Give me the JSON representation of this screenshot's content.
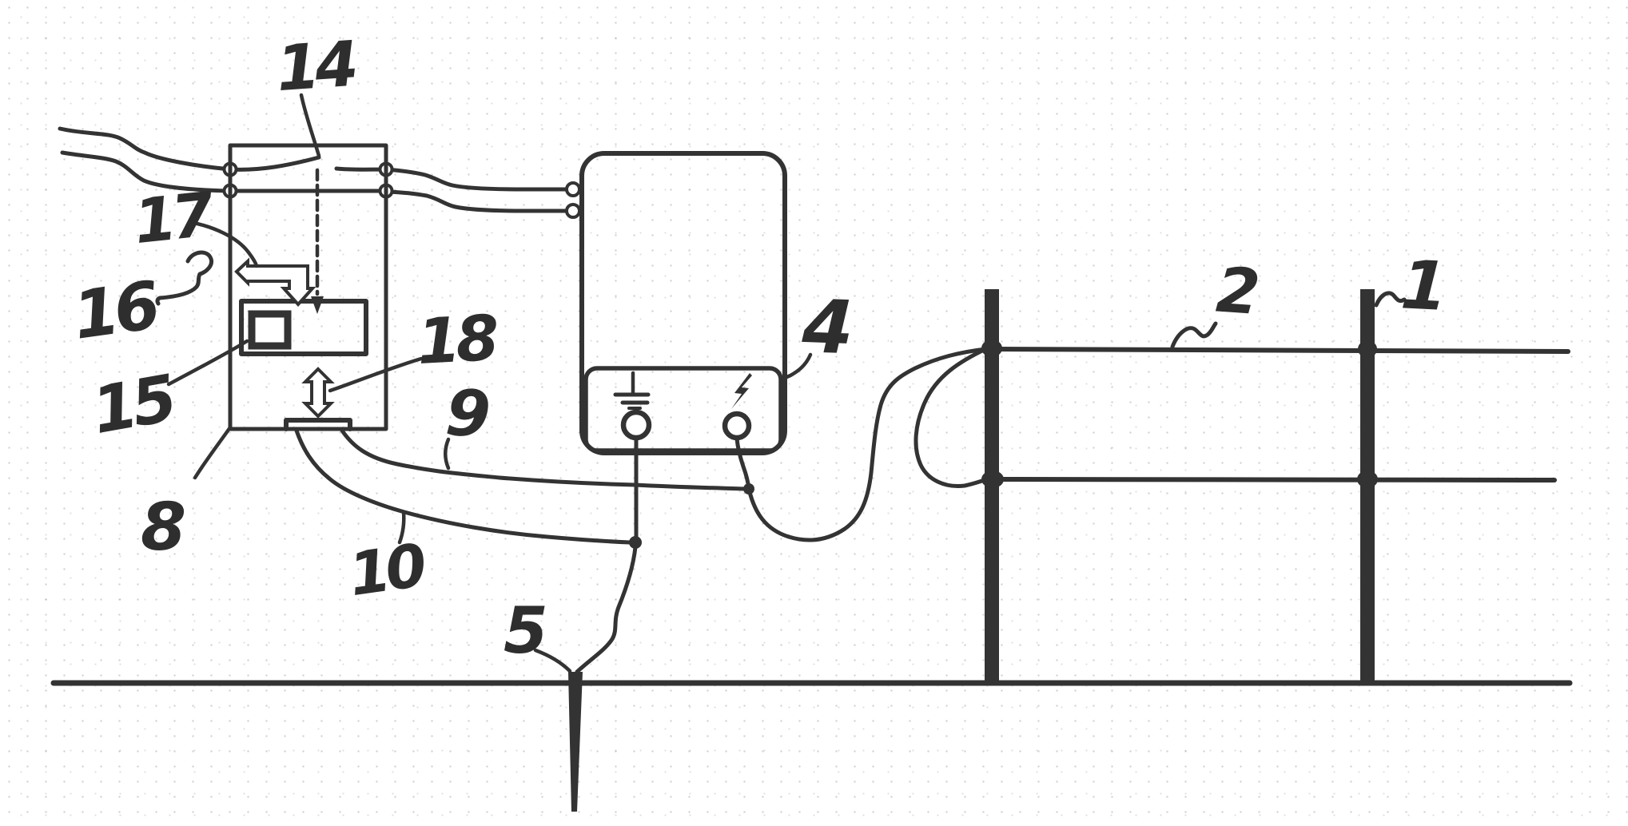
{
  "figure": {
    "kind": "hand-drawn patent line drawing of an electric-fence energizer installation",
    "colors": {
      "paper": "#ffffff",
      "ink": "#333333",
      "label_ink": "#2e2e2e"
    },
    "labels": [
      {
        "ref": "14",
        "text": "14"
      },
      {
        "ref": "17",
        "text": "17"
      },
      {
        "ref": "16",
        "text": "16"
      },
      {
        "ref": "15",
        "text": "15"
      },
      {
        "ref": "18",
        "text": "18"
      },
      {
        "ref": "8",
        "text": "8"
      },
      {
        "ref": "9",
        "text": "9"
      },
      {
        "ref": "10",
        "text": "10"
      },
      {
        "ref": "5",
        "text": "5"
      },
      {
        "ref": "4",
        "text": "4"
      },
      {
        "ref": "2",
        "text": "2"
      },
      {
        "ref": "1",
        "text": "1"
      }
    ]
  }
}
